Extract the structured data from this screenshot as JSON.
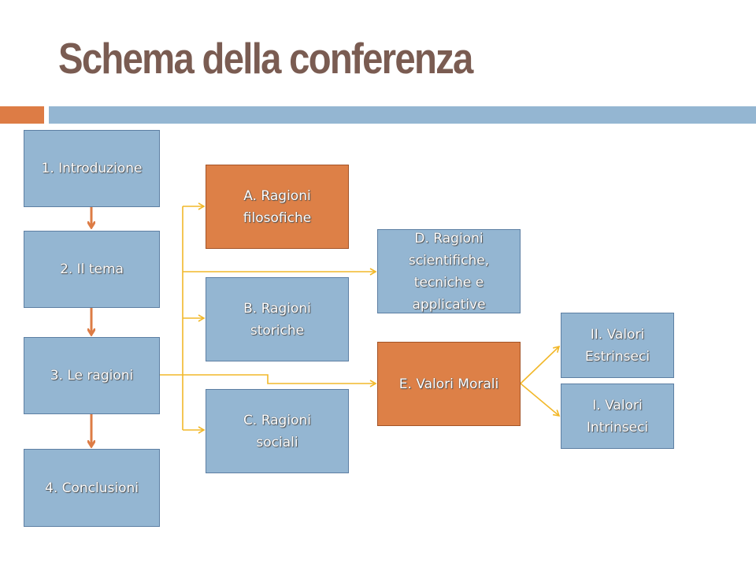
{
  "title": "Schema della conferenza",
  "colors": {
    "title": "#7a5c52",
    "accent_orange": "#dd7c45",
    "accent_blue": "#94b6d2",
    "box_blue_fill": "#94b6d2",
    "box_blue_border": "#5d7fa3",
    "box_orange_fill": "#dd8047",
    "box_orange_border": "#a35326",
    "arrow_orange": "#dd7c45",
    "connector_yellow": "#f2b82a"
  },
  "boxes": {
    "introduzione": "1. Introduzione",
    "tema": "2. Il tema",
    "ragioni": "3. Le ragioni",
    "conclusioni": "4. Conclusioni",
    "ragioni_filosofiche": "A. Ragioni\nfilosofiche",
    "ragioni_storiche": "B. Ragioni\nstoriche",
    "ragioni_sociali": "C. Ragioni\nsociali",
    "ragioni_scientifiche": "D. Ragioni\nscientifiche,\ntecniche e\napplicative",
    "valori_morali": "E. Valori Morali",
    "valori_estrinseci": "II. Valori\nEstrinseci",
    "valori_intrinseci": "I. Valori\nIntrinseci"
  }
}
